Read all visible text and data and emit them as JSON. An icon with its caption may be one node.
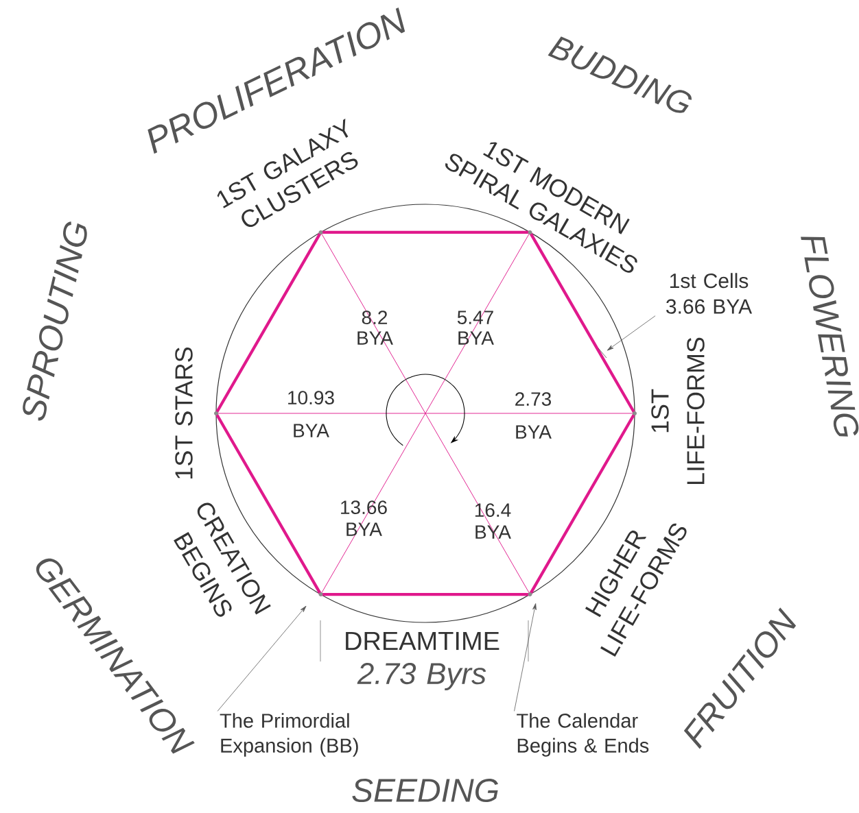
{
  "diagram": {
    "nodes": [
      {
        "text": [
          "1st Cells 3.66 BYA"
        ]
      },
      {
        "text": [
          "The Primordial Expansion (BB)"
        ]
      },
      {
        "text": [
          "The Calendar Begins & Ends"
        ]
      }
    ],
    "edges": [
      {
        "from": 0,
        "to": null,
        "arrow": "to"
      },
      {
        "from": 1,
        "to": null,
        "arrow": "to"
      },
      {
        "from": 2,
        "to": null,
        "arrow": "to"
      }
    ],
    "labels": [
      "PROLIFERATION",
      "BUDDING",
      "1ST GALAXY CLUSTERS",
      "1ST MODERN SPIRAL GALAXIES",
      "SPROUTING",
      "FLOWERING",
      "8.2 BYA",
      "5.47 BYA",
      "1ST STARS",
      "10.93 BYA",
      "2.73 BYA",
      "1ST LIFE-FORMS",
      "13.66 BYA",
      "16.4 BYA",
      "CREATION BEGINS",
      "HIGHER LIFE-FORMS",
      "GERMINATION",
      "FRUITION",
      "DREAMTIME",
      "2.73 Byrs",
      "SEEDING"
    ]
  }
}
